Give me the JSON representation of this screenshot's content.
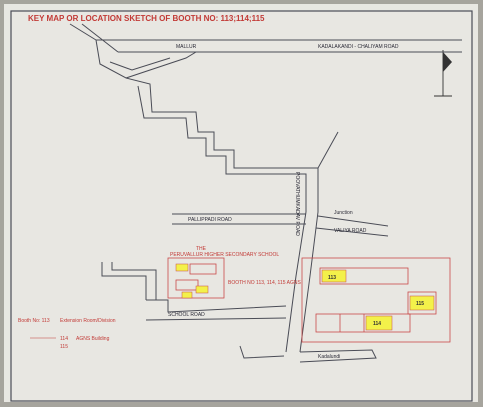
{
  "map": {
    "title": "KEY MAP OR LOCATION SKETCH OF BOOTH NO: 113;114;115",
    "roads": {
      "top_road_left": "MALLUR",
      "top_road_right": "KADALAKANDI - CHALIYAM ROAD",
      "vertical_road": "POOVATHUMKADAV ROAD",
      "side_road_left": "PALLIPPADI ROAD",
      "side_road_right": "VALIYA ROAD",
      "junction": "Junction",
      "bottom_road": "SCHOOL ROAD",
      "bottom_right": "Kadalundi"
    },
    "school": {
      "name_line1": "THE",
      "name_line2": "PERUVALLUR HIGHER SECONDARY SCHOOL"
    },
    "booth_label": "BOOTH NO 113, 114, 115 AGNS",
    "inset_booths": [
      "113",
      "115",
      "114"
    ],
    "legend": [
      {
        "label": "Booth No: 113",
        "desc": "Extension Room/Division"
      },
      {
        "label": "114",
        "desc": "AGNS Building"
      },
      {
        "label": "115",
        "desc": ""
      }
    ],
    "colors": {
      "paper": "#e8e7e2",
      "border": "#4a4c56",
      "road": "#4a4c56",
      "red_ink": "#c23a36",
      "booth_yellow": "#f3f14a"
    }
  }
}
